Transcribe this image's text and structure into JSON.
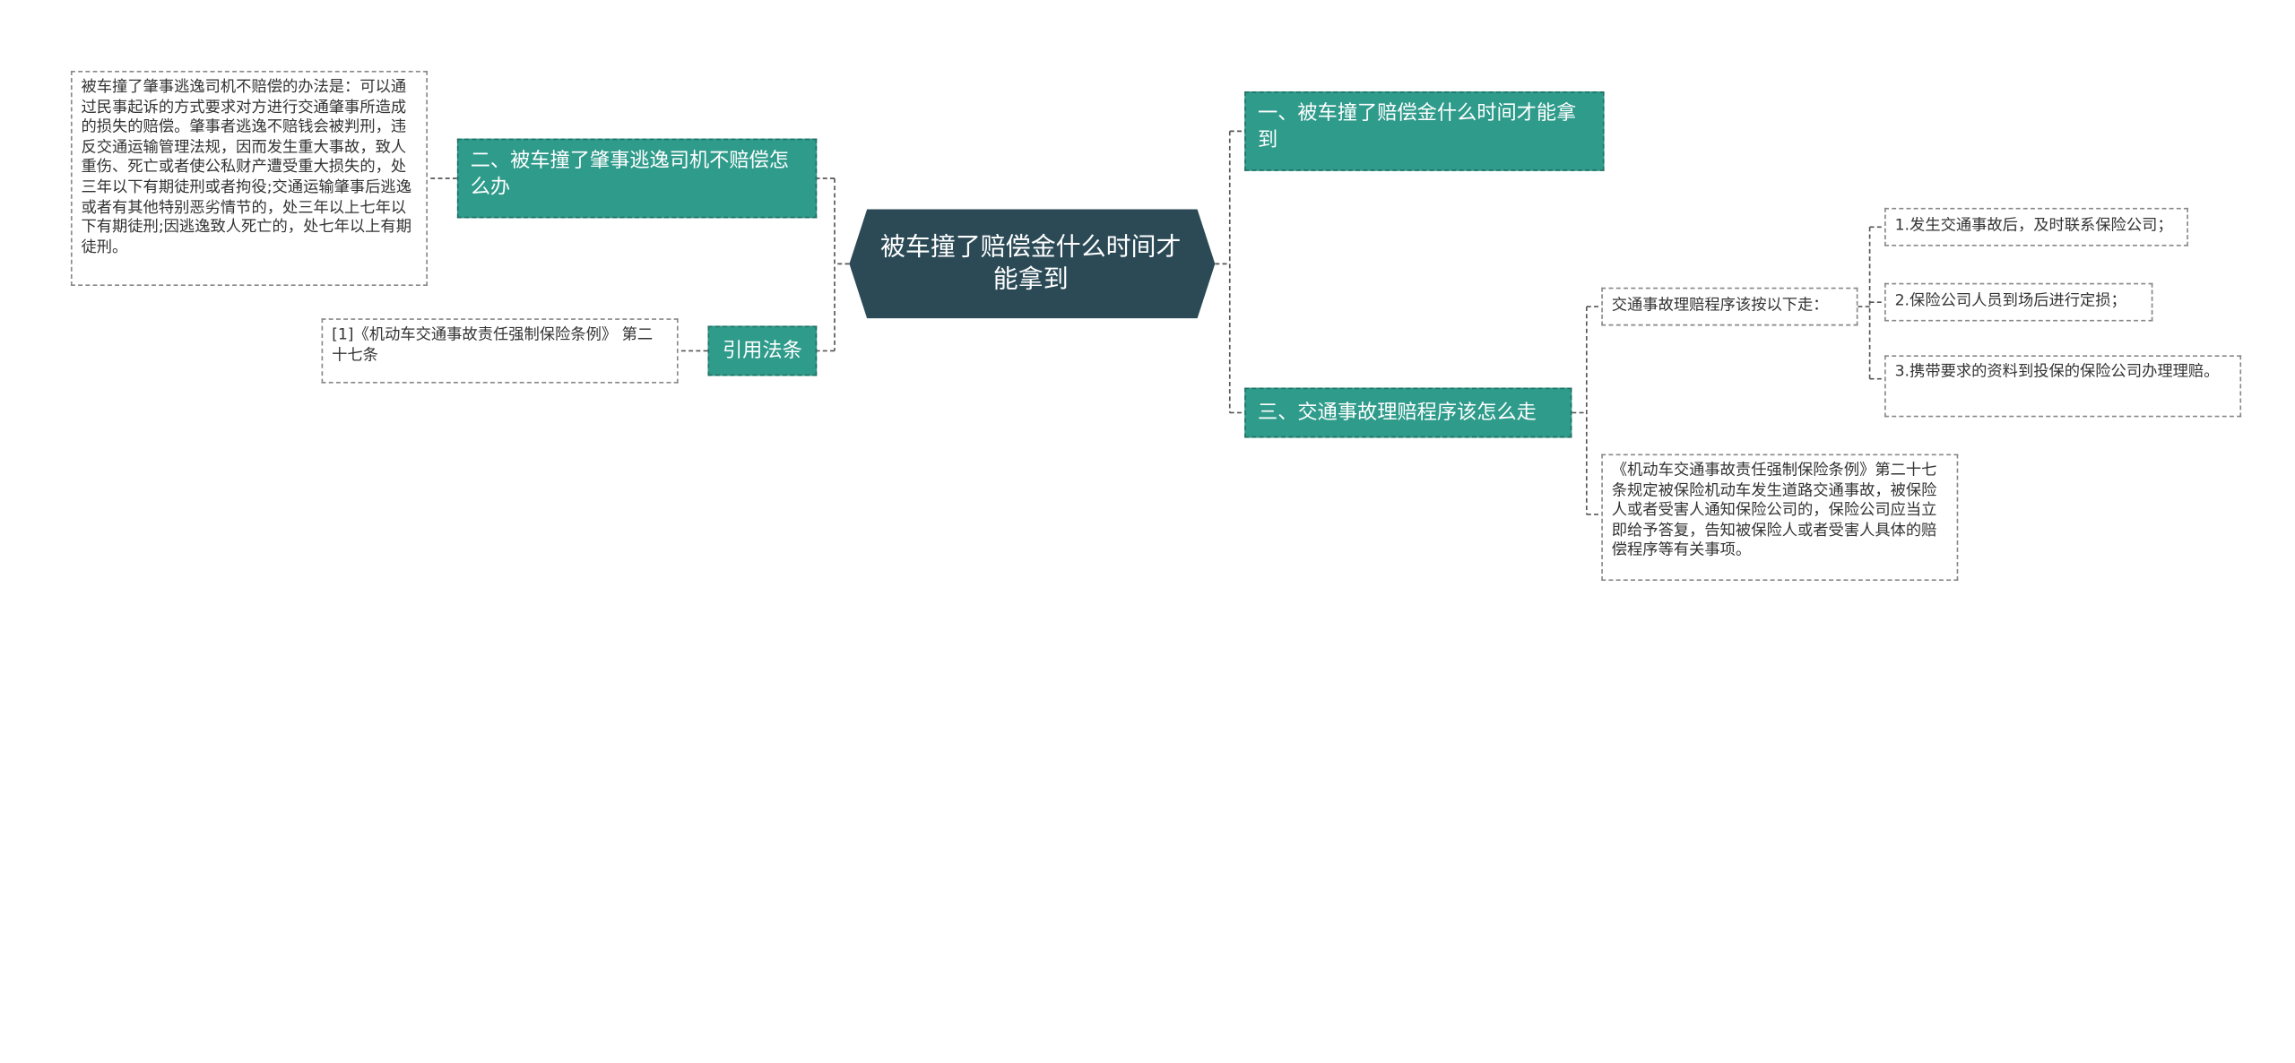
{
  "colors": {
    "root_fill": "#2b4a56",
    "branch_fill": "#2f9b8b",
    "branch_border": "#1f6f63",
    "note_border": "#888888",
    "connector": "#555555",
    "text_dark": "#333333"
  },
  "root": {
    "text": "被车撞了赔偿金什么时间才能拿到"
  },
  "left": {
    "branch1": {
      "text": "二、被车撞了肇事逃逸司机不赔偿怎么办",
      "note": "被车撞了肇事逃逸司机不赔偿的办法是：可以通过民事起诉的方式要求对方进行交通肇事所造成的损失的赔偿。肇事者逃逸不赔钱会被判刑，违反交通运输管理法规，因而发生重大事故，致人重伤、死亡或者使公私财产遭受重大损失的，处三年以下有期徒刑或者拘役;交通运输肇事后逃逸或者有其他特别恶劣情节的，处三年以上七年以下有期徒刑;因逃逸致人死亡的，处七年以上有期徒刑。"
    },
    "branch2": {
      "text": "引用法条",
      "note": "[1]《机动车交通事故责任强制保险条例》 第二十七条"
    }
  },
  "right": {
    "branch1": {
      "text": "一、被车撞了赔偿金什么时间才能拿到"
    },
    "branch3": {
      "text": "三、交通事故理赔程序该怎么走",
      "procedure": {
        "text": "交通事故理赔程序该按以下走：",
        "steps": [
          "1.发生交通事故后，及时联系保险公司；",
          "2.保险公司人员到场后进行定损；",
          "3.携带要求的资料到投保的保险公司办理理赔。"
        ]
      },
      "note": "《机动车交通事故责任强制保险条例》第二十七条规定被保险机动车发生道路交通事故，被保险人或者受害人通知保险公司的，保险公司应当立即给予答复，告知被保险人或者受害人具体的赔偿程序等有关事项。"
    }
  }
}
